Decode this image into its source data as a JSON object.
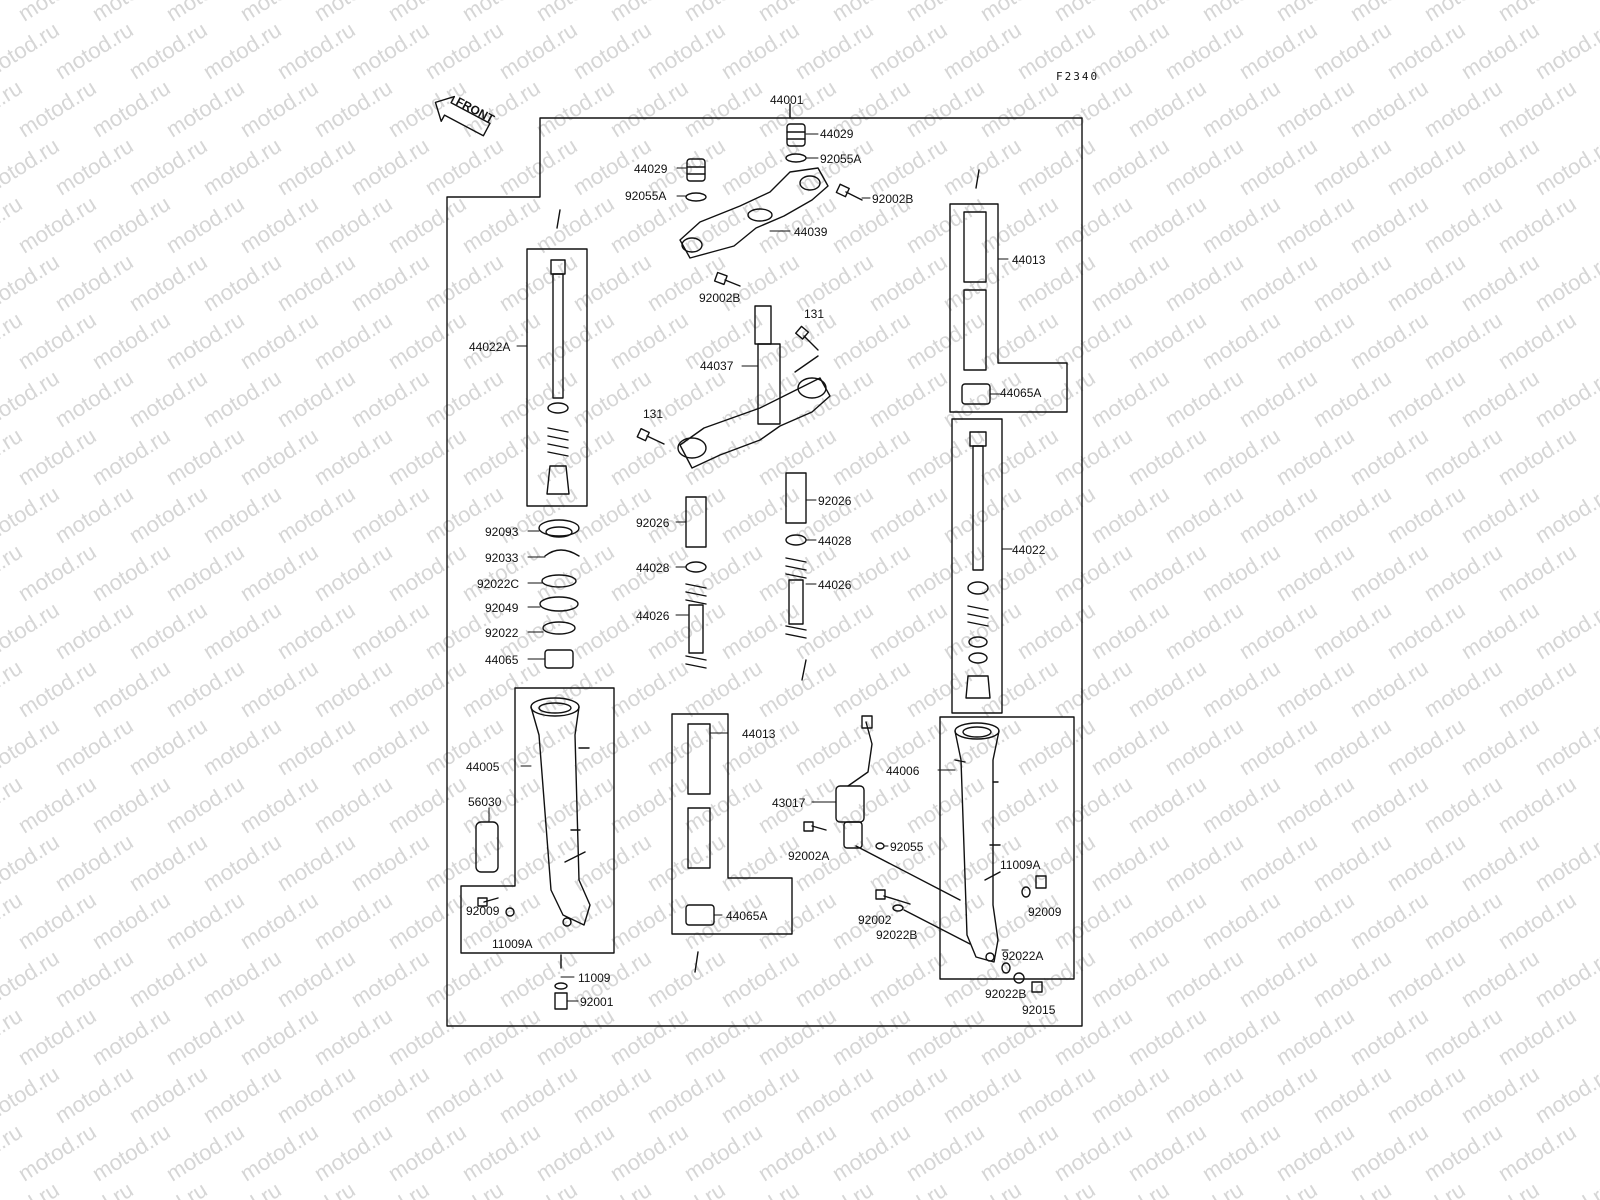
{
  "figure_ref": "F2340",
  "front_label": "FRONT",
  "watermark": "motod.ru",
  "colors": {
    "line": "#111111",
    "watermark": "#d6d6d6",
    "background": "#ffffff"
  },
  "labels": {
    "p44001": "44001",
    "p44029_right": "44029",
    "p92055A_right": "92055A",
    "p44029_left": "44029",
    "p92055A_left": "92055A",
    "p92002B_top": "92002B",
    "p44039": "44039",
    "p92002B_mid": "92002B",
    "p131_right": "131",
    "p44037": "44037",
    "p131_left": "131",
    "p44022A": "44022A",
    "p44013_top": "44013",
    "p44065A_top": "44065A",
    "p44022": "44022",
    "p92026_left": "92026",
    "p92026_right": "92026",
    "p44028_right": "44028",
    "p44028_left": "44028",
    "p44026_right": "44026",
    "p44026_left": "44026",
    "p92093": "92093",
    "p92033": "92033",
    "p92022C": "92022C",
    "p92049": "92049",
    "p92022": "92022",
    "p44065": "44065",
    "p44005": "44005",
    "p56030": "56030",
    "p92009_left": "92009",
    "p11009A_left": "11009A",
    "p11009": "11009",
    "p92001": "92001",
    "p44013_bottom": "44013",
    "p44065A_bottom": "44065A",
    "p43017": "43017",
    "p92002A": "92002A",
    "p92055": "92055",
    "p92002": "92002",
    "p92022B_mid": "92022B",
    "p44006": "44006",
    "p11009A_right": "11009A",
    "p92009_right": "92009",
    "p92022A": "92022A",
    "p92022B_bottom": "92022B",
    "p92015": "92015"
  }
}
